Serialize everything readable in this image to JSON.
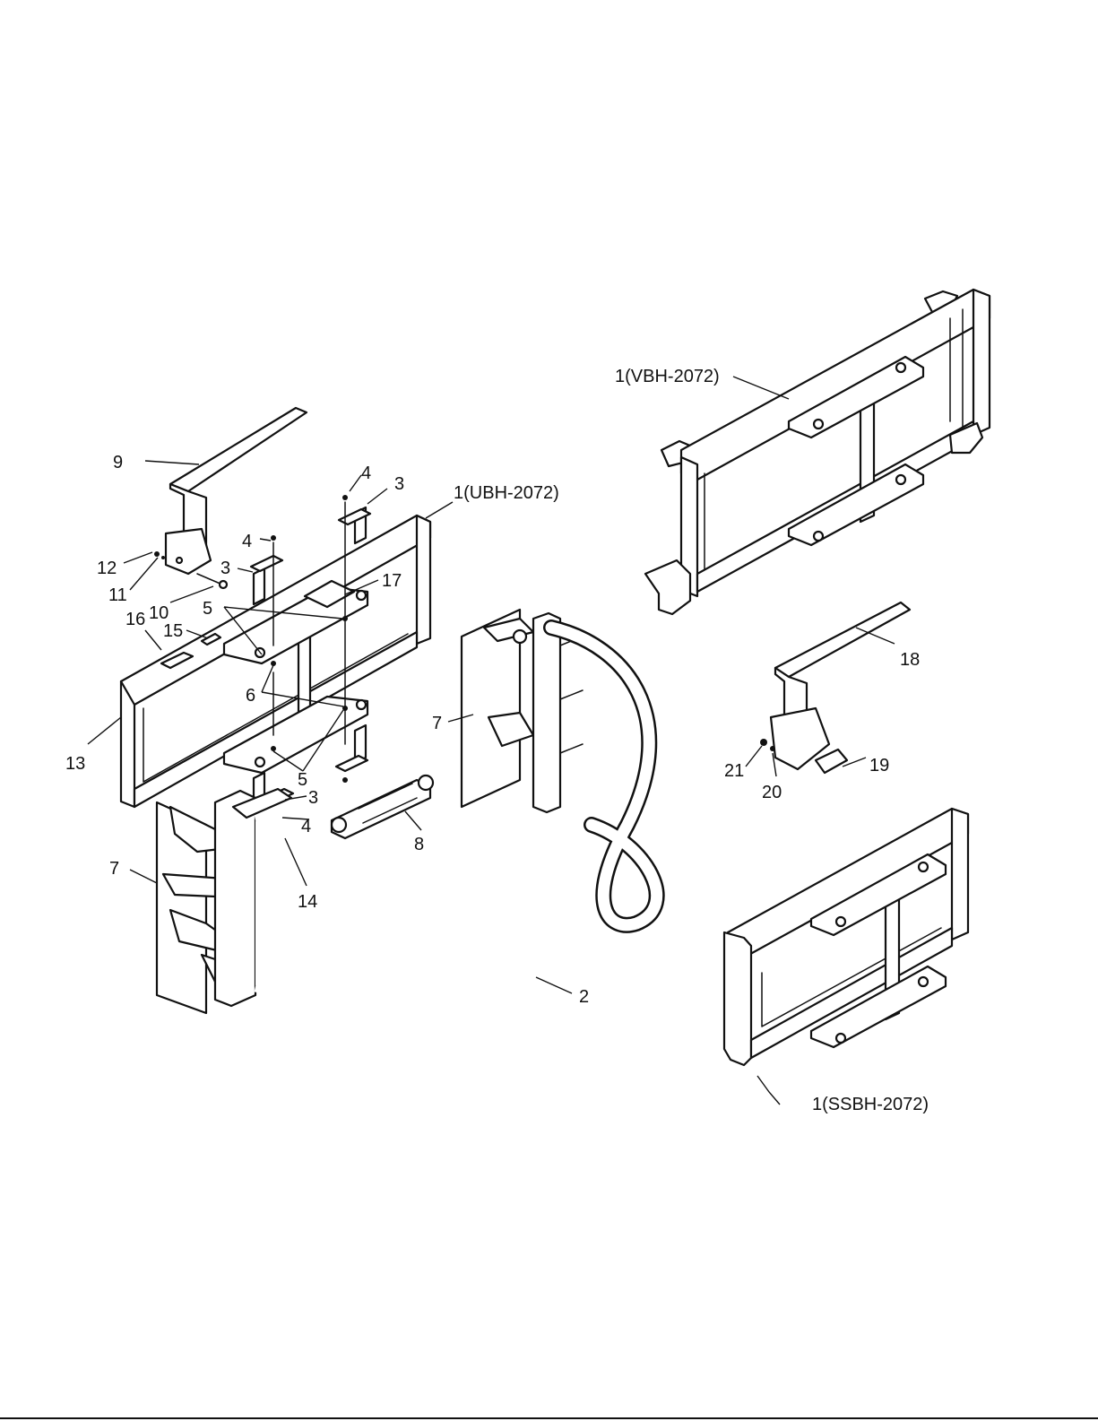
{
  "callouts": {
    "c_vbh": "1(VBH-2072)",
    "c_ubh": "1(UBH-2072)",
    "c_ssbh": "1(SSBH-2072)",
    "c2": "2",
    "c3a": "3",
    "c3b": "3",
    "c3c": "3",
    "c4a": "4",
    "c4b": "4",
    "c4c": "4",
    "c5a": "5",
    "c5b": "5",
    "c6": "6",
    "c7a": "7",
    "c7b": "7",
    "c8": "8",
    "c9": "9",
    "c10": "10",
    "c11": "11",
    "c12": "12",
    "c13": "13",
    "c14": "14",
    "c15": "15",
    "c16": "16",
    "c17": "17",
    "c18": "18",
    "c19": "19",
    "c20": "20",
    "c21": "21"
  },
  "colors": {
    "line": "#111111",
    "background": "#ffffff"
  }
}
